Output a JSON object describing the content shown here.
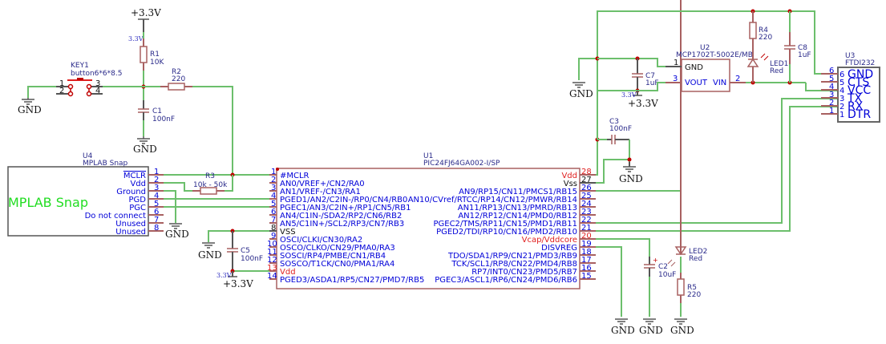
{
  "power": {
    "vcc_label": "+3.3V",
    "vcc_small": "3.3V",
    "gnd_label": "GND"
  },
  "components": {
    "R1": {
      "ref": "R1",
      "value": "10K"
    },
    "R2": {
      "ref": "R2",
      "value": "220"
    },
    "R3": {
      "ref": "R3",
      "value": "10k - 50k"
    },
    "R4": {
      "ref": "R4",
      "value": "220"
    },
    "R5": {
      "ref": "R5",
      "value": "220"
    },
    "C1": {
      "ref": "C1",
      "value": "100nF"
    },
    "C2": {
      "ref": "C2",
      "value": "10uF",
      "polarity": "+"
    },
    "C3": {
      "ref": "C3",
      "value": "100nF"
    },
    "C5": {
      "ref": "C5",
      "value": "100nF"
    },
    "C7": {
      "ref": "C7",
      "value": "1uF"
    },
    "C8": {
      "ref": "C8",
      "value": "1uF"
    },
    "LED1": {
      "ref": "LED1",
      "value": "Red"
    },
    "LED2": {
      "ref": "LED2",
      "value": "Red"
    },
    "KEY1": {
      "ref": "KEY1",
      "value": "button6*6*8.5",
      "pins": [
        "1",
        "2",
        "3",
        "4"
      ]
    },
    "U2": {
      "ref": "U2",
      "value": "MCP1702T-5002E/MB",
      "pins": [
        {
          "num": "1",
          "name": "GND"
        },
        {
          "num": "3",
          "name": "VOUT"
        },
        {
          "num": "2",
          "name": "VIN"
        }
      ]
    },
    "U3": {
      "ref": "U3",
      "value": "FTDI232",
      "pins": [
        {
          "num": "6",
          "name": "GND"
        },
        {
          "num": "5",
          "name": "CTS"
        },
        {
          "num": "4",
          "name": "VCC"
        },
        {
          "num": "3",
          "name": "TX"
        },
        {
          "num": "2",
          "name": "RX"
        },
        {
          "num": "1",
          "name": "DTR"
        }
      ]
    },
    "U4": {
      "ref": "U4",
      "value": "MPLAB Snap",
      "body_label": "MPLAB Snap",
      "pins": [
        {
          "num": "1",
          "name": "MCLR"
        },
        {
          "num": "2",
          "name": "Vdd"
        },
        {
          "num": "3",
          "name": "Ground"
        },
        {
          "num": "4",
          "name": "PGD"
        },
        {
          "num": "5",
          "name": "PGC"
        },
        {
          "num": "6",
          "name": "Do not connect"
        },
        {
          "num": "7",
          "name": "Unused"
        },
        {
          "num": "8",
          "name": "Unused"
        }
      ]
    },
    "U1": {
      "ref": "U1",
      "value": "PIC24FJ64GA002-I/SP",
      "left_pins": [
        {
          "num": "1",
          "name": "#MCLR"
        },
        {
          "num": "2",
          "name": "AN0/VREF+/CN2/RA0"
        },
        {
          "num": "3",
          "name": "AN1/VREF-/CN3/RA1"
        },
        {
          "num": "4",
          "name": "PGED1/AN2/C2IN-/RP0/CN4/RB0"
        },
        {
          "num": "5",
          "name": "PGEC1/AN3/C2IN+/RP1/CN5/RB1"
        },
        {
          "num": "6",
          "name": "AN4/C1IN-/SDA2/RP2/CN6/RB2"
        },
        {
          "num": "7",
          "name": "AN5/C1IN+/SCL2/RP3/CN7/RB3"
        },
        {
          "num": "8",
          "name": "VSS"
        },
        {
          "num": "9",
          "name": "OSCI/CLKI/CN30/RA2"
        },
        {
          "num": "10",
          "name": "OSCO/CLKO/CN29/PMA0/RA3"
        },
        {
          "num": "11",
          "name": "SOSCI/RP4/PMBE/CN1/RB4"
        },
        {
          "num": "12",
          "name": "SOSCO/T1CK/CN0/PMA1/RA4"
        },
        {
          "num": "13",
          "name": "Vdd"
        },
        {
          "num": "14",
          "name": "PGED3/ASDA1/RP5/CN27/PMD7/RB5"
        }
      ],
      "right_pins": [
        {
          "num": "28",
          "name": "Vdd"
        },
        {
          "num": "27",
          "name": "Vss"
        },
        {
          "num": "26",
          "name": "AN9/RP15/CN11/PMCS1/RB15"
        },
        {
          "num": "25",
          "name": "AN10/CVref/RTCC/RP14/CN12/PMWR/RB14"
        },
        {
          "num": "24",
          "name": "AN11/RP13/CN13/PMRD/RB13"
        },
        {
          "num": "23",
          "name": "AN12/RP12/CN14/PMD0/RB12"
        },
        {
          "num": "22",
          "name": "PGEC2/TMS/RP11/CN15/PMD1/RB11"
        },
        {
          "num": "21",
          "name": "PGED2/TDI/RP10/CN16/PMD2/RB10"
        },
        {
          "num": "20",
          "name": "Vcap/Vddcore"
        },
        {
          "num": "19",
          "name": "DISVREG"
        },
        {
          "num": "18",
          "name": "TDO/SDA1/RP9/CN21/PMD3/RB9"
        },
        {
          "num": "17",
          "name": "TCK/SCL1/RP8/CN22/PMD4/RB8"
        },
        {
          "num": "16",
          "name": "RP7/INT0/CN23/PMD5/RB7"
        },
        {
          "num": "15",
          "name": "PGEC3/ASCL1/RP6/CN24/PMD6/RB6"
        }
      ]
    }
  },
  "colors": {
    "wire": "#6cbf6c",
    "pin": "#a86060",
    "junction": "#c00000",
    "pin_text": "#0000d8",
    "power_pin_text": "#e02020",
    "snap_label": "#22dd22"
  }
}
